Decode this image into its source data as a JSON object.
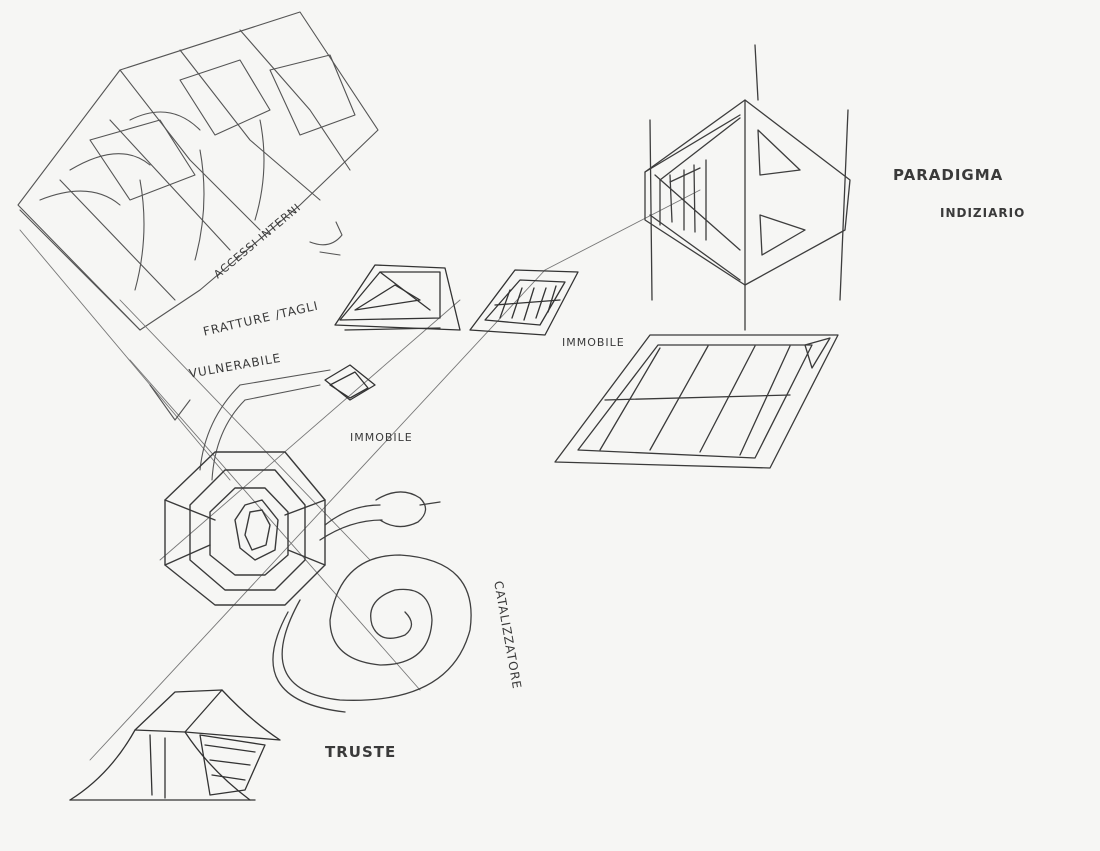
{
  "sheet": {
    "background": "#f6f6f4",
    "pencil_color": "#444444"
  },
  "labels": {
    "paradigma": "PARADIGMA",
    "indiziario": "INDIZIARIO",
    "immobile_right": "IMMOBILE",
    "immobile_center": "IMMOBILE",
    "accessi_interni": "ACCESSI INTERNI",
    "fratture_tagli": "FRATTURE /TAGLI",
    "vulnerabile": "VULNERABILE",
    "catalizzatore": "CATALIZZATORE",
    "truste": "TRUSTE"
  }
}
